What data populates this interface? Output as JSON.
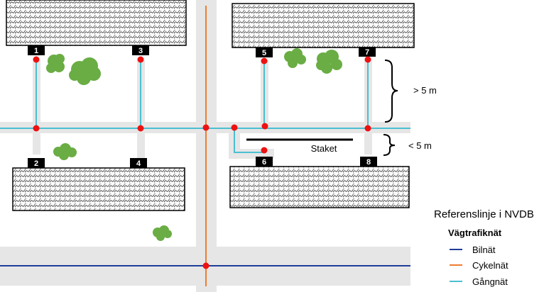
{
  "diagram": {
    "buildings": [
      {
        "id": "building-top-left"
      },
      {
        "id": "building-top-right"
      },
      {
        "id": "building-bottom-left"
      },
      {
        "id": "building-bottom-right"
      }
    ],
    "entrances": [
      {
        "label": "1"
      },
      {
        "label": "2"
      },
      {
        "label": "3"
      },
      {
        "label": "4"
      },
      {
        "label": "5"
      },
      {
        "label": "6"
      },
      {
        "label": "7"
      },
      {
        "label": "8"
      }
    ],
    "fence_label": "Staket",
    "dimension_far": "> 5 m",
    "dimension_near": "< 5 m"
  },
  "legend": {
    "title": "Referenslinje i NVDB",
    "subtitle": "Vägtrafiknät",
    "items": [
      {
        "label": "Bilnät",
        "color": "#1f3d99"
      },
      {
        "label": "Cykelnät",
        "color": "#ed7d31"
      },
      {
        "label": "Gångnät",
        "color": "#4bbfd1"
      }
    ]
  },
  "colors": {
    "road": "#e6e6e6",
    "tree": "#6aad44",
    "node": "#ee1111",
    "building_stroke": "#000000"
  }
}
